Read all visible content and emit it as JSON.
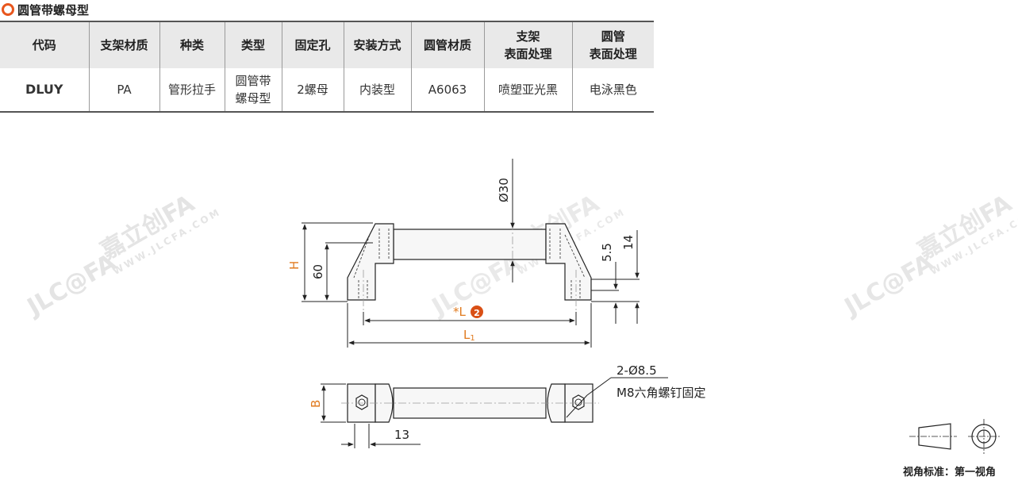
{
  "title": "圆管带螺母型",
  "table": {
    "headers": [
      "代码",
      "支架材质",
      "种类",
      "类型",
      "固定孔",
      "安装方式",
      "圆管材质",
      "支架\n表面处理",
      "圆管\n表面处理"
    ],
    "row": [
      "DLUY",
      "PA",
      "管形拉手",
      "圆管带\n螺母型",
      "2螺母",
      "内装型",
      "A6063",
      "喷塑亚光黑",
      "电泳黑色"
    ]
  },
  "drawing": {
    "dim_diameter": "Ø30",
    "dim_55": "5.5",
    "dim_14": "14",
    "dim_H": "H",
    "dim_60": "60",
    "dim_L": "*L",
    "dim_L_badge": "2",
    "dim_L1": "L",
    "dim_L1_sub": "1",
    "dim_B": "B",
    "dim_13": "13",
    "hole_note_1": "2-Ø8.5",
    "hole_note_2": "M8六角螺钉固定"
  },
  "watermark": {
    "logo": "JLC@FA",
    "cn": "嘉立创FA",
    "url": "WWW.JLCFA.COM"
  },
  "view_label": "视角标准：第一视角",
  "colors": {
    "accent": "#e8561d",
    "code": "#3d6a96",
    "dim_orange": "#e07a1e"
  }
}
